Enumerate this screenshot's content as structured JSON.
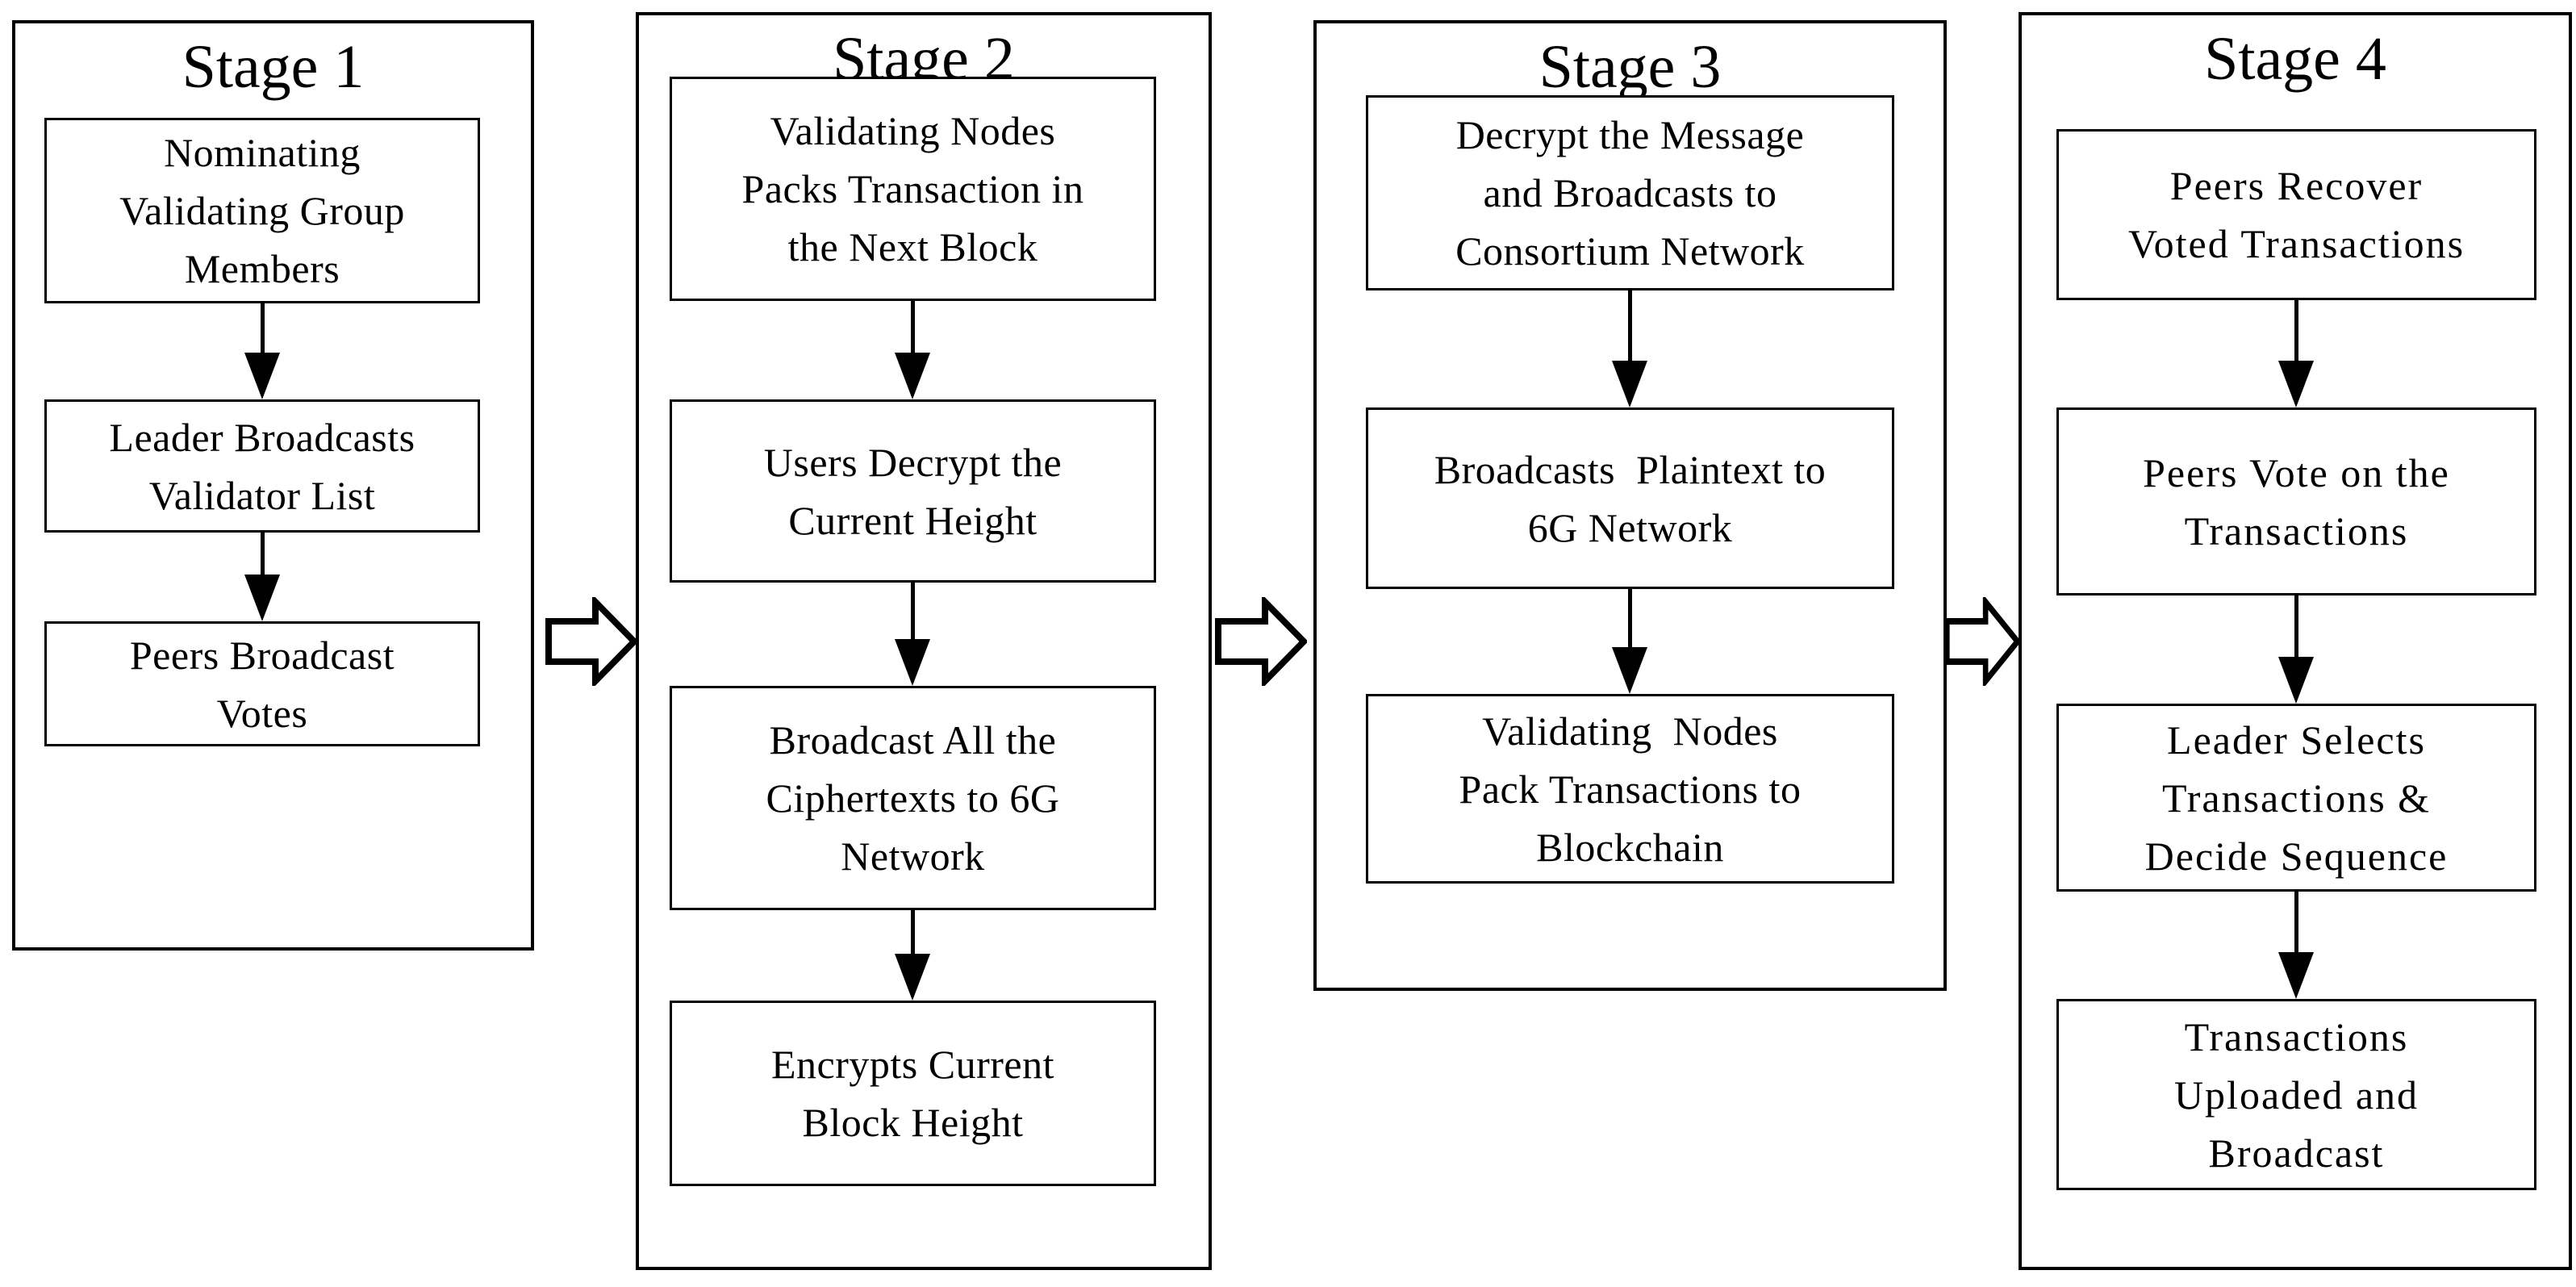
{
  "stages": [
    {
      "title": "Stage 1",
      "boxes": [
        {
          "label": "Nominating\nValidating Group\nMembers"
        },
        {
          "label": "Leader Broadcasts\nValidator List"
        },
        {
          "label": "Peers Broadcast\nVotes"
        }
      ]
    },
    {
      "title": "Stage 2",
      "boxes": [
        {
          "label": "Validating Nodes\nPacks Transaction in\nthe Next Block"
        },
        {
          "label": "Users Decrypt the\nCurrent Height"
        },
        {
          "label": "Broadcast All the\nCiphertexts to 6G\nNetwork"
        },
        {
          "label": "Encrypts Current\nBlock Height"
        }
      ]
    },
    {
      "title": "Stage 3",
      "boxes": [
        {
          "label": "Decrypt the Message\nand Broadcasts to\nConsortium Network"
        },
        {
          "label": "Broadcasts  Plaintext to\n6G Network"
        },
        {
          "label": "Validating  Nodes\nPack Transactions to\nBlockchain"
        }
      ]
    },
    {
      "title": "Stage 4",
      "boxes": [
        {
          "label": "Peers Recover\nVoted Transactions"
        },
        {
          "label": "Peers Vote on the\nTransactions"
        },
        {
          "label": "Leader Selects\nTransactions &\nDecide Sequence"
        },
        {
          "label": "Transactions\nUploaded and\nBroadcast"
        }
      ]
    }
  ],
  "connectors": [
    {
      "icon": "right-block-arrow",
      "from": "Stage 1",
      "to": "Stage 2"
    },
    {
      "icon": "right-block-arrow",
      "from": "Stage 2",
      "to": "Stage 3"
    },
    {
      "icon": "right-block-arrow",
      "from": "Stage 3",
      "to": "Stage 4"
    }
  ],
  "colors": {
    "background": "#ffffff",
    "line": "#000000"
  }
}
